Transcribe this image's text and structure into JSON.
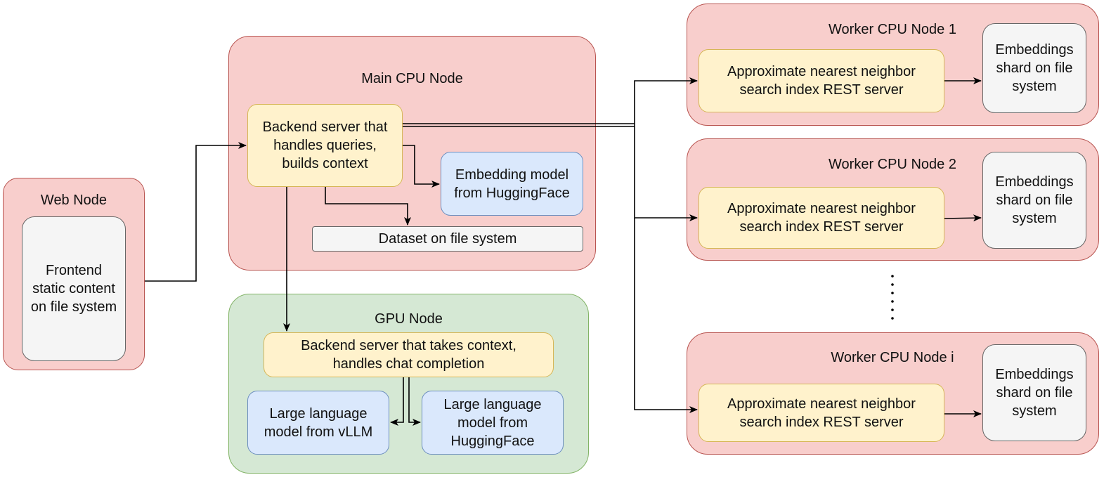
{
  "web_node": {
    "title": "Web Node",
    "frontend": "Frontend\nstatic content\non file system"
  },
  "main_node": {
    "title": "Main CPU Node",
    "backend": "Backend server that\nhandles queries,\nbuilds context",
    "embedding_model": "Embedding model\nfrom HuggingFace",
    "dataset": "Dataset on file system"
  },
  "gpu_node": {
    "title": "GPU Node",
    "backend": "Backend server that takes context,\nhandles chat completion",
    "llm_vllm": "Large language\nmodel from vLLM",
    "llm_hf": "Large language\nmodel from\nHuggingFace"
  },
  "workers": [
    {
      "title": "Worker CPU Node 1",
      "index_server": "Approximate nearest neighbor\nsearch index REST server",
      "shard": "Embeddings\nshard on file\nsystem"
    },
    {
      "title": "Worker CPU Node 2",
      "index_server": "Approximate nearest neighbor\nsearch index REST server",
      "shard": "Embeddings\nshard on file\nsystem"
    },
    {
      "title": "Worker CPU Node i",
      "index_server": "Approximate nearest neighbor\nsearch index REST server",
      "shard": "Embeddings\nshard on file\nsystem"
    }
  ],
  "colors": {
    "cpu_node_fill": "#f8cecc",
    "cpu_node_border": "#b85450",
    "gpu_node_fill": "#d5e8d4",
    "gpu_node_border": "#82b366",
    "service_fill": "#fff2cc",
    "service_border": "#d6b656",
    "model_fill": "#dae8fc",
    "model_border": "#6c8ebf",
    "storage_fill": "#f5f5f5",
    "storage_border": "#666666"
  }
}
